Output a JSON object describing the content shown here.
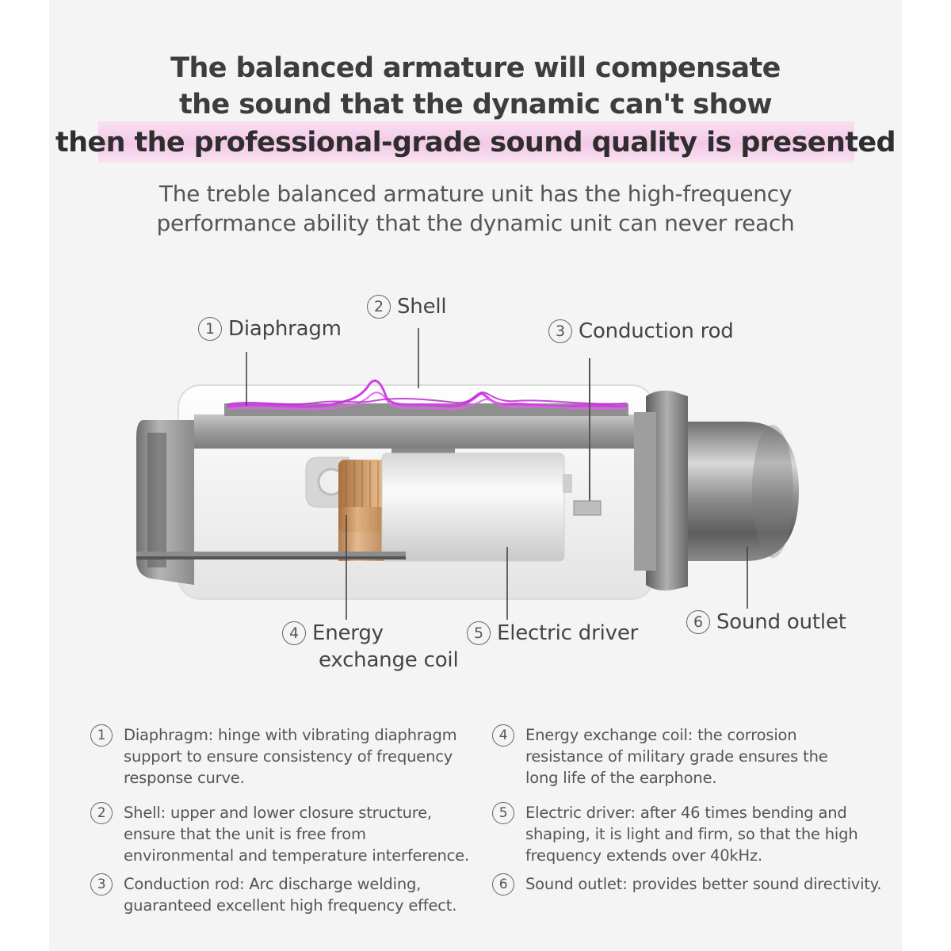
{
  "headline": {
    "line1": "The balanced armature will compensate",
    "line2": "the sound that the dynamic can't show",
    "line3": "then the professional-grade sound quality is presented"
  },
  "subheadline": {
    "line1": "The treble balanced armature unit has the high-frequency",
    "line2": "performance ability that the dynamic unit can never reach"
  },
  "callouts": [
    {
      "num": "1",
      "label": "Diaphragm"
    },
    {
      "num": "2",
      "label": "Shell"
    },
    {
      "num": "3",
      "label": "Conduction rod"
    },
    {
      "num": "4",
      "label_line1": "Energy",
      "label_line2": "exchange coil"
    },
    {
      "num": "5",
      "label": "Electric driver"
    },
    {
      "num": "6",
      "label": "Sound outlet"
    }
  ],
  "descriptions": [
    {
      "num": "1",
      "text": "Diaphragm: hinge with vibrating diaphragm support to ensure consistency of frequency response curve."
    },
    {
      "num": "2",
      "text": "Shell: upper and lower closure structure, ensure that the unit is free from environmental and temperature interference."
    },
    {
      "num": "3",
      "text": "Conduction rod: Arc discharge welding, guaranteed excellent high frequency effect."
    },
    {
      "num": "4",
      "text": "Energy exchange coil: the corrosion resistance of military grade ensures the long life of the earphone."
    },
    {
      "num": "5",
      "text": "Electric driver: after 46 times bending and shaping, it is light and firm, so that the high frequency extends over 40kHz."
    },
    {
      "num": "6",
      "text": "Sound outlet: provides better sound directivity."
    }
  ],
  "colors": {
    "highlight": "#f3c9e7",
    "wave": "#d23ee6",
    "coil": "#c9915c",
    "metal": "#9a9a9a"
  }
}
